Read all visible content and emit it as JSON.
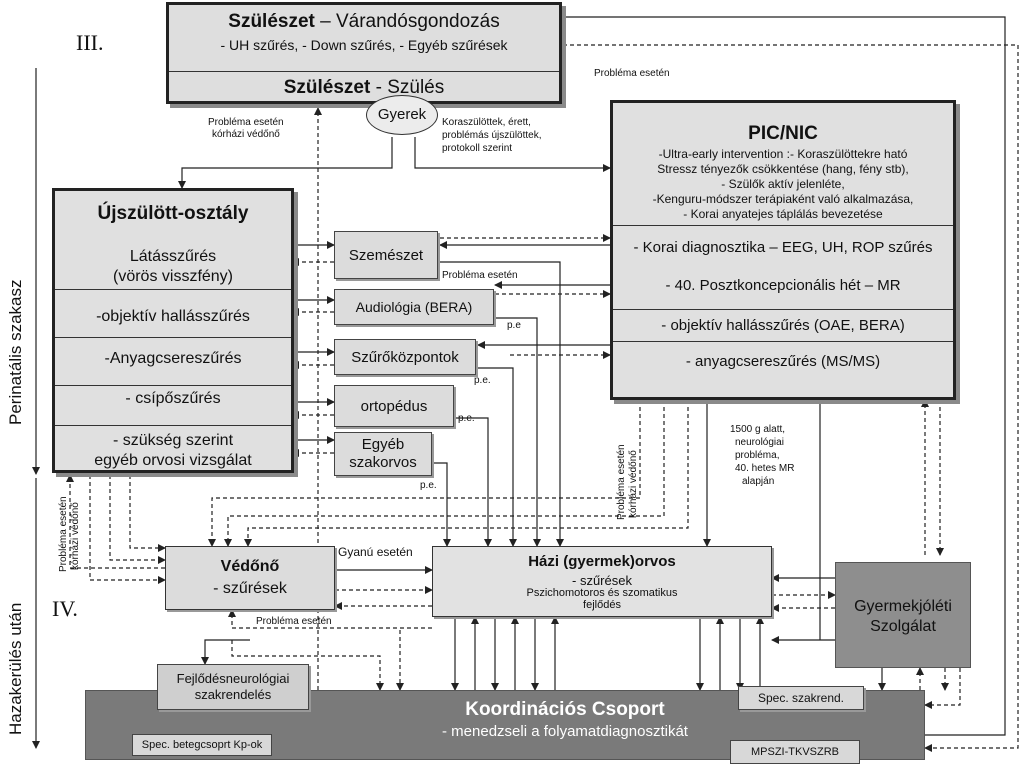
{
  "roman": {
    "iii": "III.",
    "iv": "IV."
  },
  "side": {
    "perinatal": "Perinatális szakasz",
    "home": "Hazakerülés után"
  },
  "top": {
    "title_bold": "Szülészet",
    "title_rest": " – Várandósgondozás",
    "screens": "- UH szűrés, - Down szűrés, - Egyéb szűrések",
    "birth_bold": "Szülészet",
    "birth_rest": " - Szülés"
  },
  "gyerek": "Gyerek",
  "newborn": {
    "title": "Újszülött-osztály",
    "vision1": "Látásszűrés",
    "vision2": "(vörös visszfény)",
    "hearing": "-objektív hallásszűrés",
    "metabolic": "-Anyagcsereszűrés",
    "hip": "- csípőszűrés",
    "other1": "- szükség szerint",
    "other2": "egyéb orvosi vizsgálat"
  },
  "pic": {
    "title": "PIC/NIC",
    "l1": "-Ultra-early intervention :- Koraszülöttekre ható",
    "l2": "Stressz tényezők csökkentése (hang, fény stb),",
    "l3": "- Szülők aktív jelenléte,",
    "l4": "-Kenguru-módszer terápiaként való alkalmazása,",
    "l5": "- Korai anyatejes  táplálás bevezetése",
    "diag": "- Korai diagnosztika – EEG, UH, ROP szűrés",
    "week": "- 40. Posztkoncepcionális hét – MR",
    "hearing": "- objektív hallásszűrés (OAE, BERA)",
    "metabolic": "- anyagcsereszűrés (MS/MS)"
  },
  "specialists": {
    "eye": "Szemészet",
    "audio": "Audiológia   (BERA)",
    "centers": "Szűrőközpontok",
    "ortho": "ortopédus",
    "other1": "Egyéb",
    "other2": "szakorvos"
  },
  "vedono": {
    "title": "Védőnő",
    "sub": "- szűrések"
  },
  "gp": {
    "title": "Házi (gyermek)orvos",
    "sub": "- szűrések",
    "d1": "Pszichomotoros és szomatikus",
    "d2": "fejlődés"
  },
  "welfare": {
    "l1": "Gyermekjóléti",
    "l2": "Szolgálat"
  },
  "neuro": {
    "l1": "Fejlődésneurológiai",
    "l2": "szakrendelés"
  },
  "coord": {
    "title": "Koordinációs Csoport",
    "sub": "- menedzseli a folyamatdiagnosztikát",
    "spec_group": "Spec. betegcsoprt Kp-ok",
    "spec_clinic": "Spec. szakrend.",
    "mpszi": "MPSZI-TKVSZRB"
  },
  "labels": {
    "problem": "Probléma esetén",
    "problem_nurse1": "Probléma esetén",
    "problem_nurse2": "kórházi védőnő",
    "premature1": "Koraszülöttek, érett,",
    "premature2": "problémás újszülöttek,",
    "premature3": "protokoll szerint",
    "problem_eye": "Probléma esetén",
    "pe": "p.e",
    "pe2": "p.e.",
    "pe3": "p.e.",
    "pe4": "p.e.",
    "mr1": "1500 g alatt,",
    "mr2": "neurológiai",
    "mr3": "probléma,",
    "mr4": "40. hetes MR",
    "mr5": "alapján",
    "suspicion": "Gyanú esetén",
    "problem_bottom": "Probléma  esetén",
    "rot_left1": "Probléma esetén",
    "rot_left2": "kórházi védőnő",
    "rot_mid1": "Probléma esetén",
    "rot_mid2": "kórházi védőnő"
  }
}
